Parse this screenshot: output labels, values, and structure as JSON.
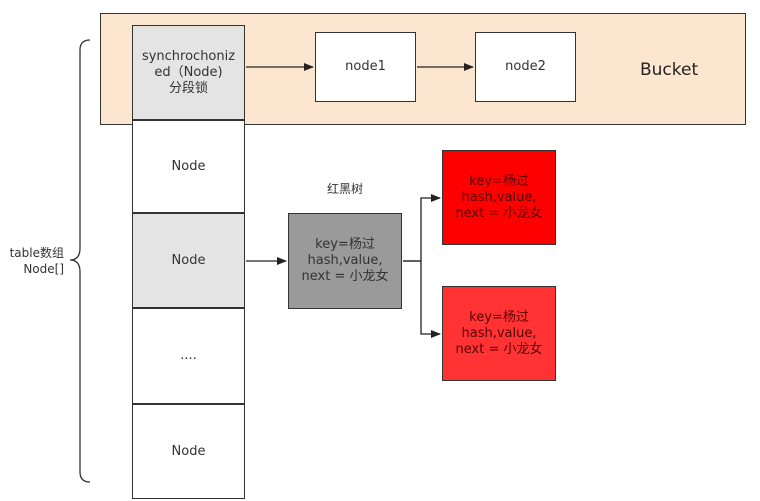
{
  "bucket_label": "Bucket",
  "table_label_line1": "table数组",
  "table_label_line2": "Node[]",
  "sync_node": {
    "line1": "synchrochoniz",
    "line2": "ed（Node)",
    "line3": "分段锁"
  },
  "chain_nodes": [
    "node1",
    "node2"
  ],
  "table_cells": [
    "Node",
    "Node",
    "....",
    "Node"
  ],
  "tree_label": "红黑树",
  "tree_root": {
    "line1": "key=杨过",
    "line2": "hash,value,",
    "line3": "next = 小龙女"
  },
  "tree_child_top": {
    "line1": "key=杨过",
    "line2": "hash,value,",
    "line3": "next = 小龙女"
  },
  "tree_child_bottom": {
    "line1": "key=杨过",
    "line2": "hash,value,",
    "line3": "next = 小龙女"
  },
  "colors": {
    "bucket_bg": "#fde6d0",
    "cell_gray": "#e4e4e4",
    "tree_root": "#9a9a9a",
    "red_top": "#fe0000",
    "red_bottom": "#ff3333"
  }
}
